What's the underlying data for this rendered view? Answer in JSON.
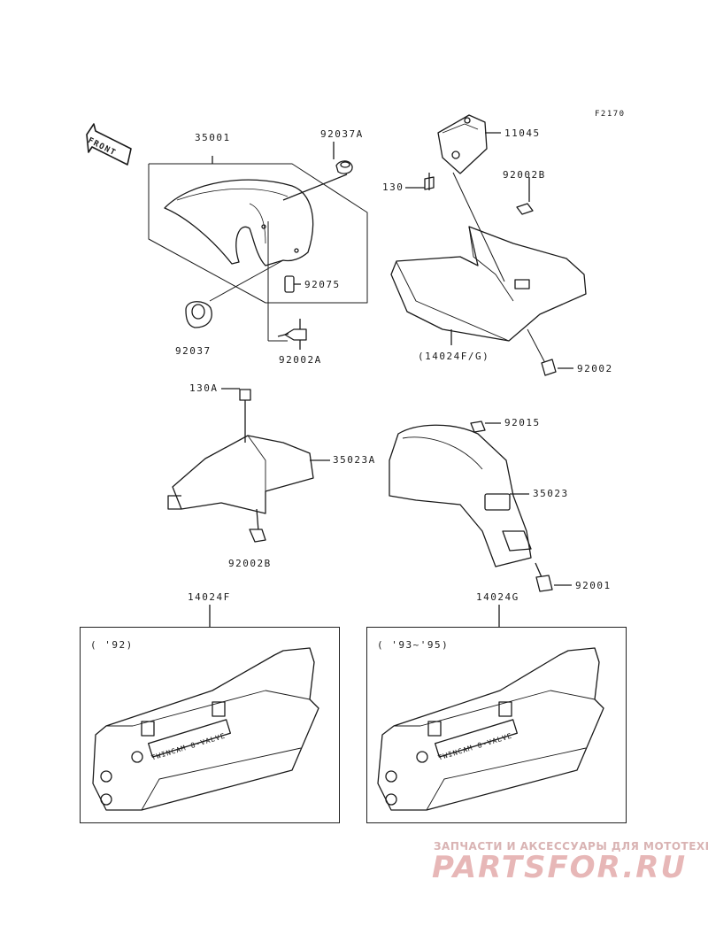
{
  "figure_code": "F2170",
  "direction_label": "FRONT",
  "callouts": {
    "p35001": "35001",
    "p92037A": "92037A",
    "p92037": "92037",
    "p92075": "92075",
    "p92002A": "92002A",
    "p11045": "11045",
    "p130": "130",
    "p92002B_top": "92002B",
    "p14024FG": "(14024F/G)",
    "p92002": "92002",
    "p130A": "130A",
    "p35023A": "35023A",
    "p92002B_bot": "92002B",
    "p92015": "92015",
    "p35023": "35023",
    "p92001": "92001",
    "p14024F": "14024F",
    "p14024G": "14024G"
  },
  "variants": {
    "left": {
      "years": "( '92)",
      "decal_text": "TWINCAM 8-VALVE"
    },
    "right": {
      "years": "( '93~'95)",
      "decal_text": "TWINCAM 8-VALVE"
    }
  },
  "watermark": {
    "tagline": "ЗАПЧАСТИ И АКСЕССУАРЫ ДЛЯ МОТОТЕХНИКИ",
    "brand": "PARTSFOR.RU",
    "color": "#e7b7b7"
  }
}
